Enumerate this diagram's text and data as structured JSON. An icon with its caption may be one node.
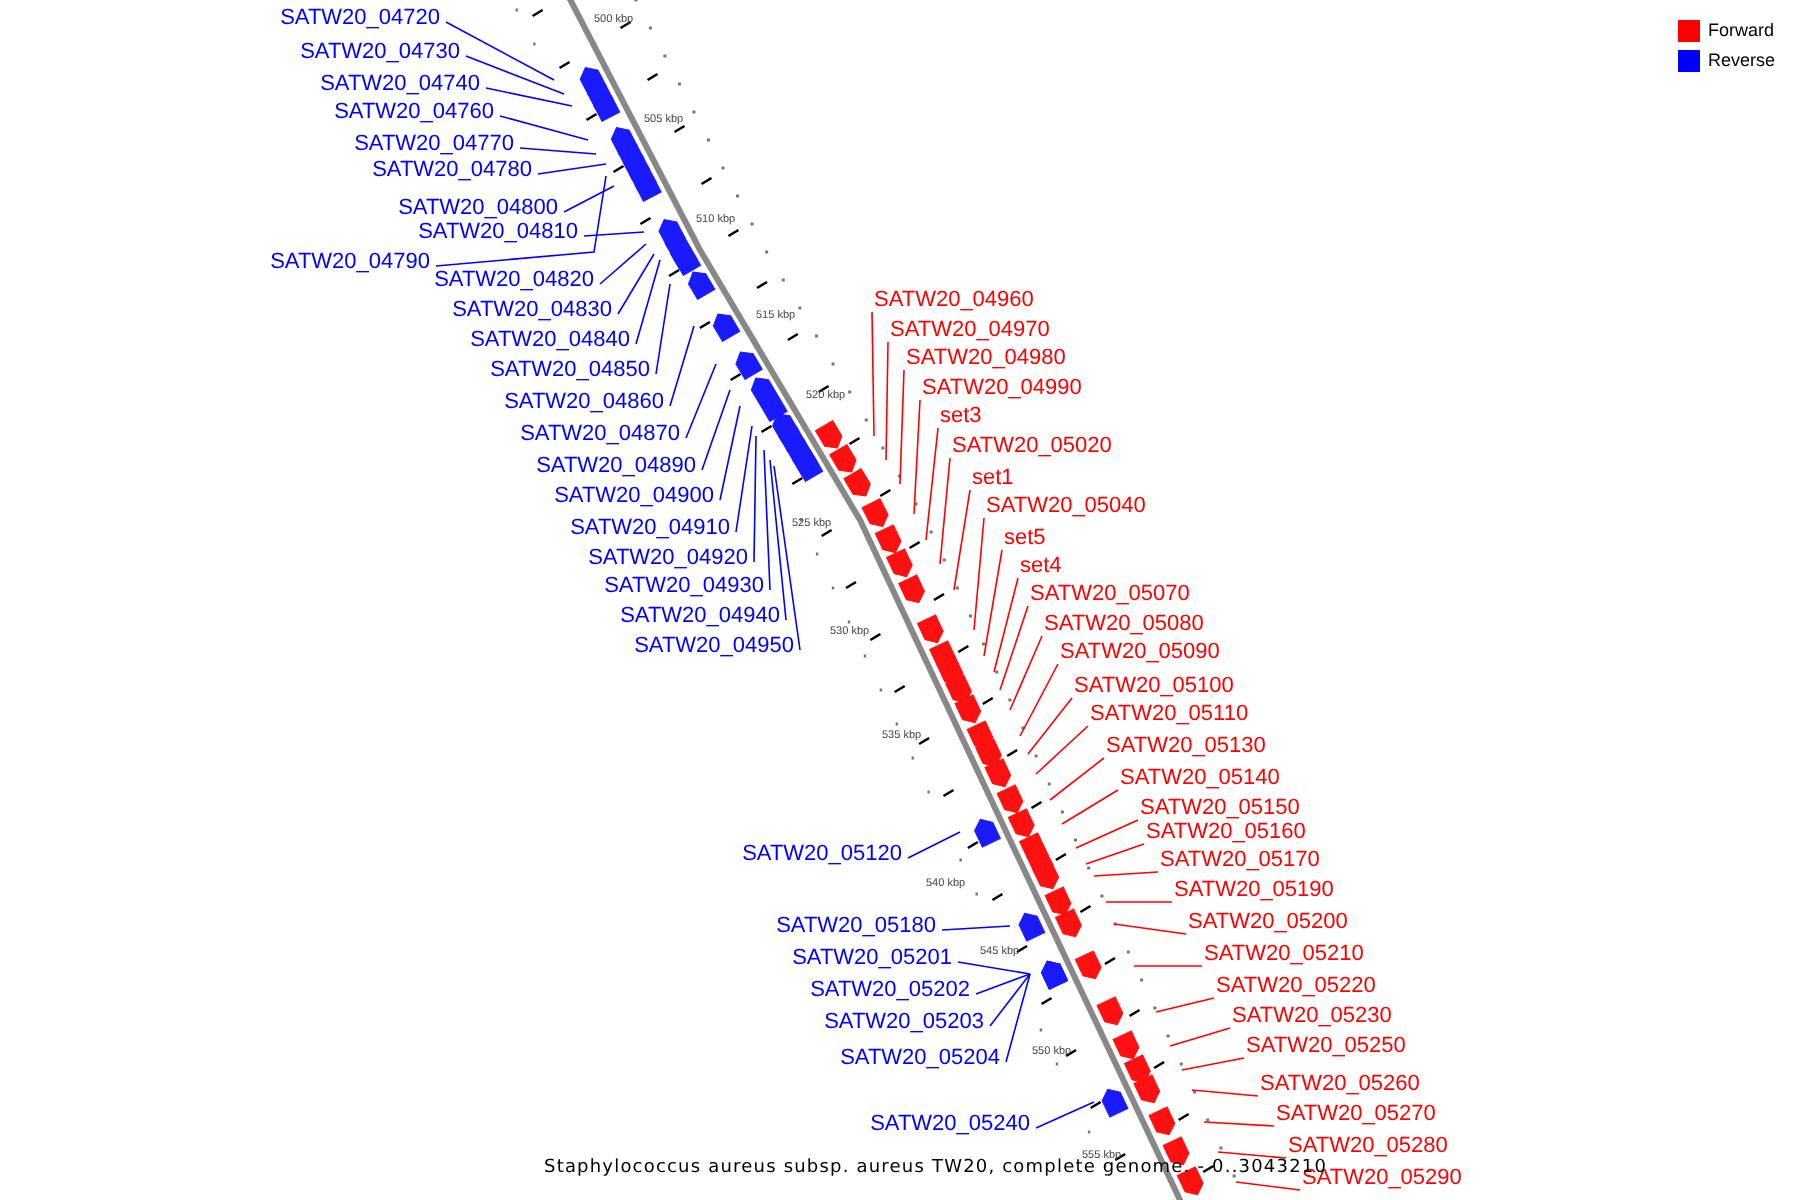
{
  "diagram": {
    "caption": "Staphylococcus aureus subsp. aureus TW20, complete genome. - 0..3043210",
    "nodes": [
      {
        "text": [
          "SATW20_04720"
        ]
      },
      {
        "text": [
          "SATW20_04730"
        ]
      },
      {
        "text": [
          "SATW20_04740"
        ]
      },
      {
        "text": [
          "SATW20_04760"
        ]
      },
      {
        "text": [
          "SATW20_04770"
        ]
      },
      {
        "text": [
          "SATW20_04780"
        ]
      },
      {
        "text": [
          "SATW20_04800"
        ]
      },
      {
        "text": [
          "SATW20_04810"
        ]
      },
      {
        "text": [
          "SATW20_04790"
        ]
      },
      {
        "text": [
          "SATW20_04820"
        ]
      },
      {
        "text": [
          "SATW20_04830"
        ]
      },
      {
        "text": [
          "SATW20_04840"
        ]
      },
      {
        "text": [
          "SATW20_04850"
        ]
      },
      {
        "text": [
          "SATW20_04860"
        ]
      },
      {
        "text": [
          "SATW20_04870"
        ]
      },
      {
        "text": [
          "SATW20_04890"
        ]
      },
      {
        "text": [
          "SATW20_04900"
        ]
      },
      {
        "text": [
          "SATW20_04910"
        ]
      },
      {
        "text": [
          "SATW20_04920"
        ]
      },
      {
        "text": [
          "SATW20_04930"
        ]
      },
      {
        "text": [
          "SATW20_04940"
        ]
      },
      {
        "text": [
          "SATW20_04950"
        ]
      },
      {
        "text": [
          "SATW20_04960"
        ]
      },
      {
        "text": [
          "SATW20_04970"
        ]
      },
      {
        "text": [
          "SATW20_04980"
        ]
      },
      {
        "text": [
          "SATW20_04990"
        ]
      },
      {
        "text": [
          "set3"
        ]
      },
      {
        "text": [
          "SATW20_05020"
        ]
      },
      {
        "text": [
          "set1"
        ]
      },
      {
        "text": [
          "SATW20_05040"
        ]
      },
      {
        "text": [
          "set5"
        ]
      },
      {
        "text": [
          "set4"
        ]
      },
      {
        "text": [
          "SATW20_05070"
        ]
      },
      {
        "text": [
          "SATW20_05080"
        ]
      },
      {
        "text": [
          "SATW20_05090"
        ]
      },
      {
        "text": [
          "SATW20_05100"
        ]
      },
      {
        "text": [
          "SATW20_05110"
        ]
      },
      {
        "text": [
          "SATW20_05130"
        ]
      },
      {
        "text": [
          "SATW20_05140"
        ]
      },
      {
        "text": [
          "SATW20_05150"
        ]
      },
      {
        "text": [
          "SATW20_05160"
        ]
      },
      {
        "text": [
          "SATW20_05170"
        ]
      },
      {
        "text": [
          "SATW20_05190"
        ]
      },
      {
        "text": [
          "SATW20_05200"
        ]
      },
      {
        "text": [
          "SATW20_05210"
        ]
      },
      {
        "text": [
          "SATW20_05220"
        ]
      },
      {
        "text": [
          "SATW20_05230"
        ]
      },
      {
        "text": [
          "SATW20_05250"
        ]
      },
      {
        "text": [
          "SATW20_05260"
        ]
      },
      {
        "text": [
          "SATW20_05270"
        ]
      },
      {
        "text": [
          "SATW20_05280"
        ]
      },
      {
        "text": [
          "SATW20_05290"
        ]
      },
      {
        "text": [
          "SATW20_05120"
        ]
      },
      {
        "text": [
          "SATW20_05180"
        ]
      },
      {
        "text": [
          "SATW20_05201"
        ]
      },
      {
        "text": [
          "SATW20_05202"
        ]
      },
      {
        "text": [
          "SATW20_05203"
        ]
      },
      {
        "text": [
          "SATW20_05204"
        ]
      },
      {
        "text": [
          "SATW20_05240"
        ]
      }
    ],
    "edges": [
      {
        "from": 0,
        "to": null,
        "arrow": "none",
        "color": "#0000ff"
      },
      {
        "from": 1,
        "to": null,
        "arrow": "none",
        "color": "#0000ff"
      },
      {
        "from": 2,
        "to": null,
        "arrow": "none",
        "color": "#0000ff"
      },
      {
        "from": 3,
        "to": null,
        "arrow": "none",
        "color": "#0000ff"
      },
      {
        "from": 4,
        "to": null,
        "arrow": "none",
        "color": "#0000ff"
      },
      {
        "from": 5,
        "to": null,
        "arrow": "none",
        "color": "#0000ff"
      },
      {
        "from": 6,
        "to": null,
        "arrow": "none",
        "color": "#0000ff"
      },
      {
        "from": 7,
        "to": null,
        "arrow": "none",
        "color": "#0000ff"
      },
      {
        "from": 8,
        "to": null,
        "arrow": "none",
        "color": "#0000ff"
      },
      {
        "from": 9,
        "to": null,
        "arrow": "none",
        "color": "#0000ff"
      },
      {
        "from": 10,
        "to": null,
        "arrow": "none",
        "color": "#0000ff"
      },
      {
        "from": 11,
        "to": null,
        "arrow": "none",
        "color": "#0000ff"
      },
      {
        "from": 12,
        "to": null,
        "arrow": "none",
        "color": "#0000ff"
      },
      {
        "from": 13,
        "to": null,
        "arrow": "none",
        "color": "#0000ff"
      },
      {
        "from": 14,
        "to": null,
        "arrow": "none",
        "color": "#0000ff"
      },
      {
        "from": 15,
        "to": null,
        "arrow": "none",
        "color": "#0000ff"
      },
      {
        "from": 16,
        "to": null,
        "arrow": "none",
        "color": "#0000ff"
      },
      {
        "from": 17,
        "to": null,
        "arrow": "none",
        "color": "#0000ff"
      },
      {
        "from": 18,
        "to": null,
        "arrow": "none",
        "color": "#0000ff"
      },
      {
        "from": 19,
        "to": null,
        "arrow": "none",
        "color": "#0000ff"
      },
      {
        "from": 20,
        "to": null,
        "arrow": "none",
        "color": "#0000ff"
      },
      {
        "from": 21,
        "to": null,
        "arrow": "none",
        "color": "#0000ff"
      },
      {
        "from": 22,
        "to": null,
        "arrow": "none"
      },
      {
        "from": 23,
        "to": null,
        "arrow": "none"
      },
      {
        "from": 24,
        "to": null,
        "arrow": "none"
      },
      {
        "from": 25,
        "to": null,
        "arrow": "none"
      },
      {
        "from": 26,
        "to": null,
        "arrow": "none"
      },
      {
        "from": 27,
        "to": null,
        "arrow": "none"
      },
      {
        "from": 28,
        "to": null,
        "arrow": "none"
      },
      {
        "from": 29,
        "to": null,
        "arrow": "none"
      },
      {
        "from": 30,
        "to": null,
        "arrow": "none"
      },
      {
        "from": 31,
        "to": null,
        "arrow": "none"
      },
      {
        "from": 32,
        "to": null,
        "arrow": "none"
      },
      {
        "from": 33,
        "to": null,
        "arrow": "none"
      },
      {
        "from": 34,
        "to": null,
        "arrow": "none"
      },
      {
        "from": 35,
        "to": null,
        "arrow": "none"
      },
      {
        "from": 36,
        "to": null,
        "arrow": "none"
      },
      {
        "from": 37,
        "to": null,
        "arrow": "none"
      },
      {
        "from": 38,
        "to": null,
        "arrow": "none"
      },
      {
        "from": 39,
        "to": null,
        "arrow": "none"
      },
      {
        "from": 40,
        "to": null,
        "arrow": "none"
      },
      {
        "from": 41,
        "to": null,
        "arrow": "none"
      },
      {
        "from": 42,
        "to": null,
        "arrow": "none"
      },
      {
        "from": 43,
        "to": null,
        "arrow": "none"
      },
      {
        "from": 44,
        "to": null,
        "arrow": "none"
      },
      {
        "from": 45,
        "to": null,
        "arrow": "none"
      },
      {
        "from": 46,
        "to": null,
        "arrow": "none"
      },
      {
        "from": 47,
        "to": null,
        "arrow": "none"
      },
      {
        "from": 48,
        "to": null,
        "arrow": "none"
      },
      {
        "from": 49,
        "to": null,
        "arrow": "none"
      },
      {
        "from": 50,
        "to": null,
        "arrow": "none"
      },
      {
        "from": 51,
        "to": null,
        "arrow": "none"
      },
      {
        "from": 52,
        "to": null,
        "arrow": "none",
        "color": "#0000ff"
      },
      {
        "from": 53,
        "to": null,
        "arrow": "none",
        "color": "#0000ff"
      },
      {
        "from": 54,
        "to": null,
        "arrow": "none",
        "color": "#0000ff"
      },
      {
        "from": 55,
        "to": null,
        "arrow": "none",
        "color": "#0000ff"
      },
      {
        "from": 56,
        "to": null,
        "arrow": "none",
        "color": "#0000ff"
      },
      {
        "from": 57,
        "to": null,
        "arrow": "none",
        "color": "#0000ff"
      },
      {
        "from": 58,
        "to": null,
        "arrow": "none",
        "color": "#0000ff"
      }
    ],
    "labels": [
      "500 kbp",
      "505 kbp",
      "510 kbp",
      "515 kbp",
      "520 kbp",
      "525 kbp",
      "530 kbp",
      "535 kbp",
      "540 kbp",
      "545 kbp",
      "550 kbp",
      "555 kbp"
    ],
    "legend": [
      {
        "text": "Forward",
        "color": "#ff0000"
      },
      {
        "text": "Reverse",
        "color": "#0000ff"
      }
    ]
  }
}
